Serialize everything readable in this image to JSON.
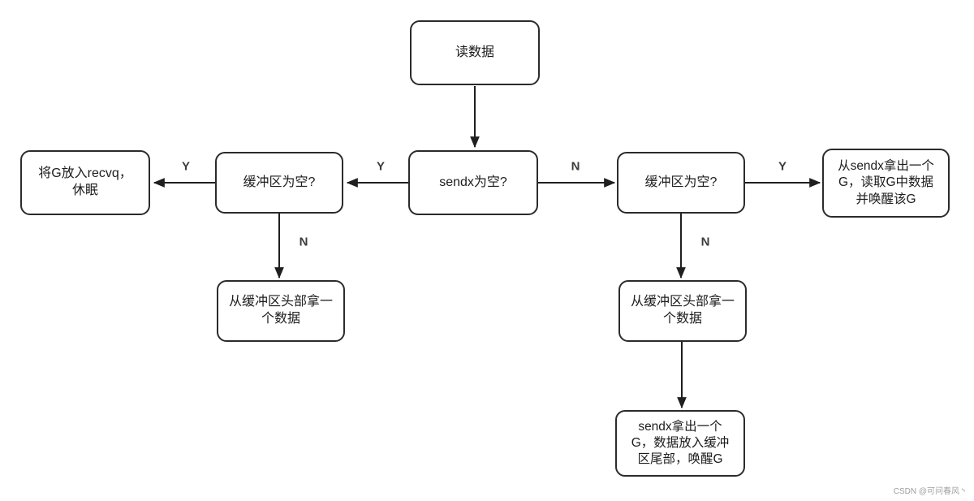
{
  "diagram": {
    "title_semantic": "channel-read-data-flowchart",
    "nodes": {
      "read_data": {
        "label": "读数据"
      },
      "sendx_empty": {
        "label": "sendx为空?"
      },
      "buffer_empty_left": {
        "label": "缓冲区为空?"
      },
      "recvq_sleep": {
        "label": "将G放入recvq，\n休眠"
      },
      "buffer_empty_right": {
        "label": "缓冲区为空?"
      },
      "take_g_from_sendx": {
        "label": "从sendx拿出一个\nG，读取G中数据\n并唤醒该G"
      },
      "take_from_head_left": {
        "label": "从缓冲区头部拿一\n个数据"
      },
      "take_from_head_right": {
        "label": "从缓冲区头部拿一\n个数据"
      },
      "sendx_put_buffer": {
        "label": "sendx拿出一个\nG，数据放入缓冲\n区尾部，唤醒G"
      }
    },
    "edge_labels": {
      "y_outer_left": "Y",
      "y_inner_left": "Y",
      "n_center": "N",
      "y_inner_right": "Y",
      "n_down_left": "N",
      "n_down_right": "N"
    },
    "colors": {
      "line": "#1f1f1f",
      "node_border": "#2b2b2b",
      "edge_label": "#3f3b36",
      "watermark": "#9e9e9e"
    },
    "watermark": "CSDN @可问春风丶"
  }
}
